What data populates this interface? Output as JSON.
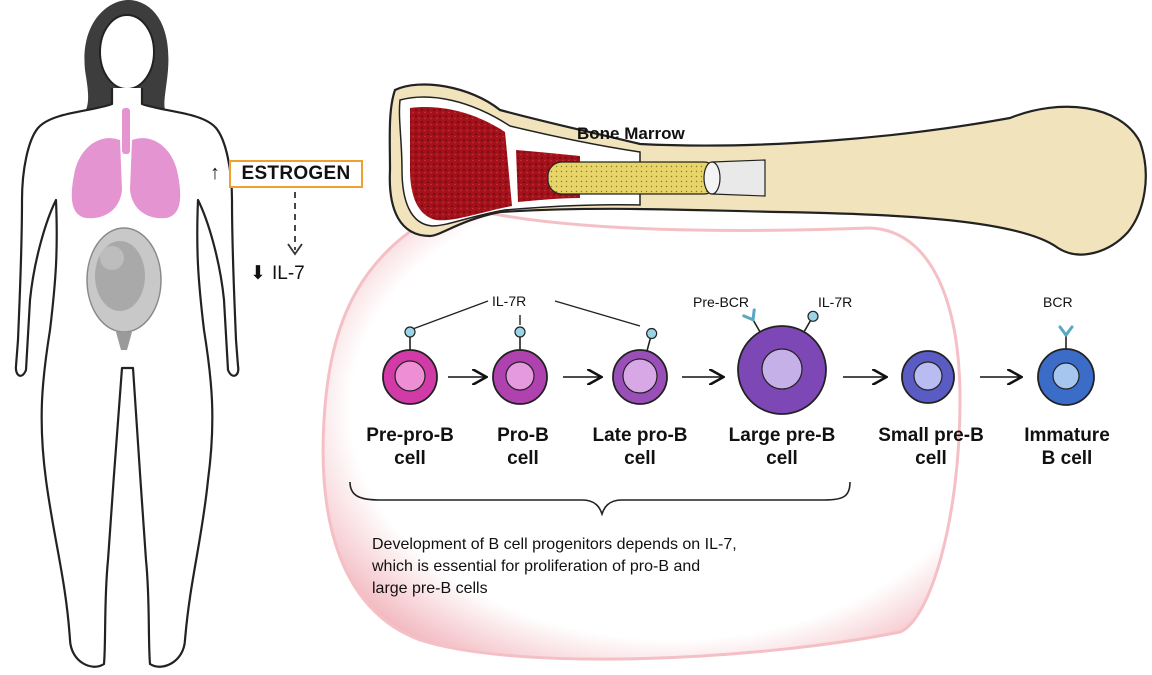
{
  "hormone": {
    "arrow_up": "↑",
    "name": "ESTROGEN"
  },
  "cytokine": {
    "arrow_down": "⬇",
    "name": "IL-7"
  },
  "bone": {
    "label": "Bone Marrow"
  },
  "receptors": {
    "il7r_group": "IL-7R",
    "pre_bcr": "Pre-BCR",
    "il7r_large": "IL-7R",
    "bcr": "BCR"
  },
  "cells": [
    {
      "line1": "Pre-pro-B",
      "line2": "cell",
      "color": "#d23aa8",
      "nucleus": "#ee8fd6"
    },
    {
      "line1": "Pro-B",
      "line2": "cell",
      "color": "#b042b0",
      "nucleus": "#e59ae0"
    },
    {
      "line1": "Late pro-B",
      "line2": "cell",
      "color": "#9a4fb8",
      "nucleus": "#d8a8e6"
    },
    {
      "line1": "Large pre-B",
      "line2": "cell",
      "color": "#7d47b6",
      "nucleus": "#c6b0e8"
    },
    {
      "line1": "Small pre-B",
      "line2": "cell",
      "color": "#5a5cc4",
      "nucleus": "#b8bcf0"
    },
    {
      "line1": "Immature",
      "line2": "B cell",
      "color": "#3a6cc8",
      "nucleus": "#a6c6f0"
    }
  ],
  "note": {
    "line1": "Development of B cell progenitors depends on IL-7,",
    "line2": "which is essential for proliferation of pro-B and",
    "line3": "large pre-B cells"
  }
}
